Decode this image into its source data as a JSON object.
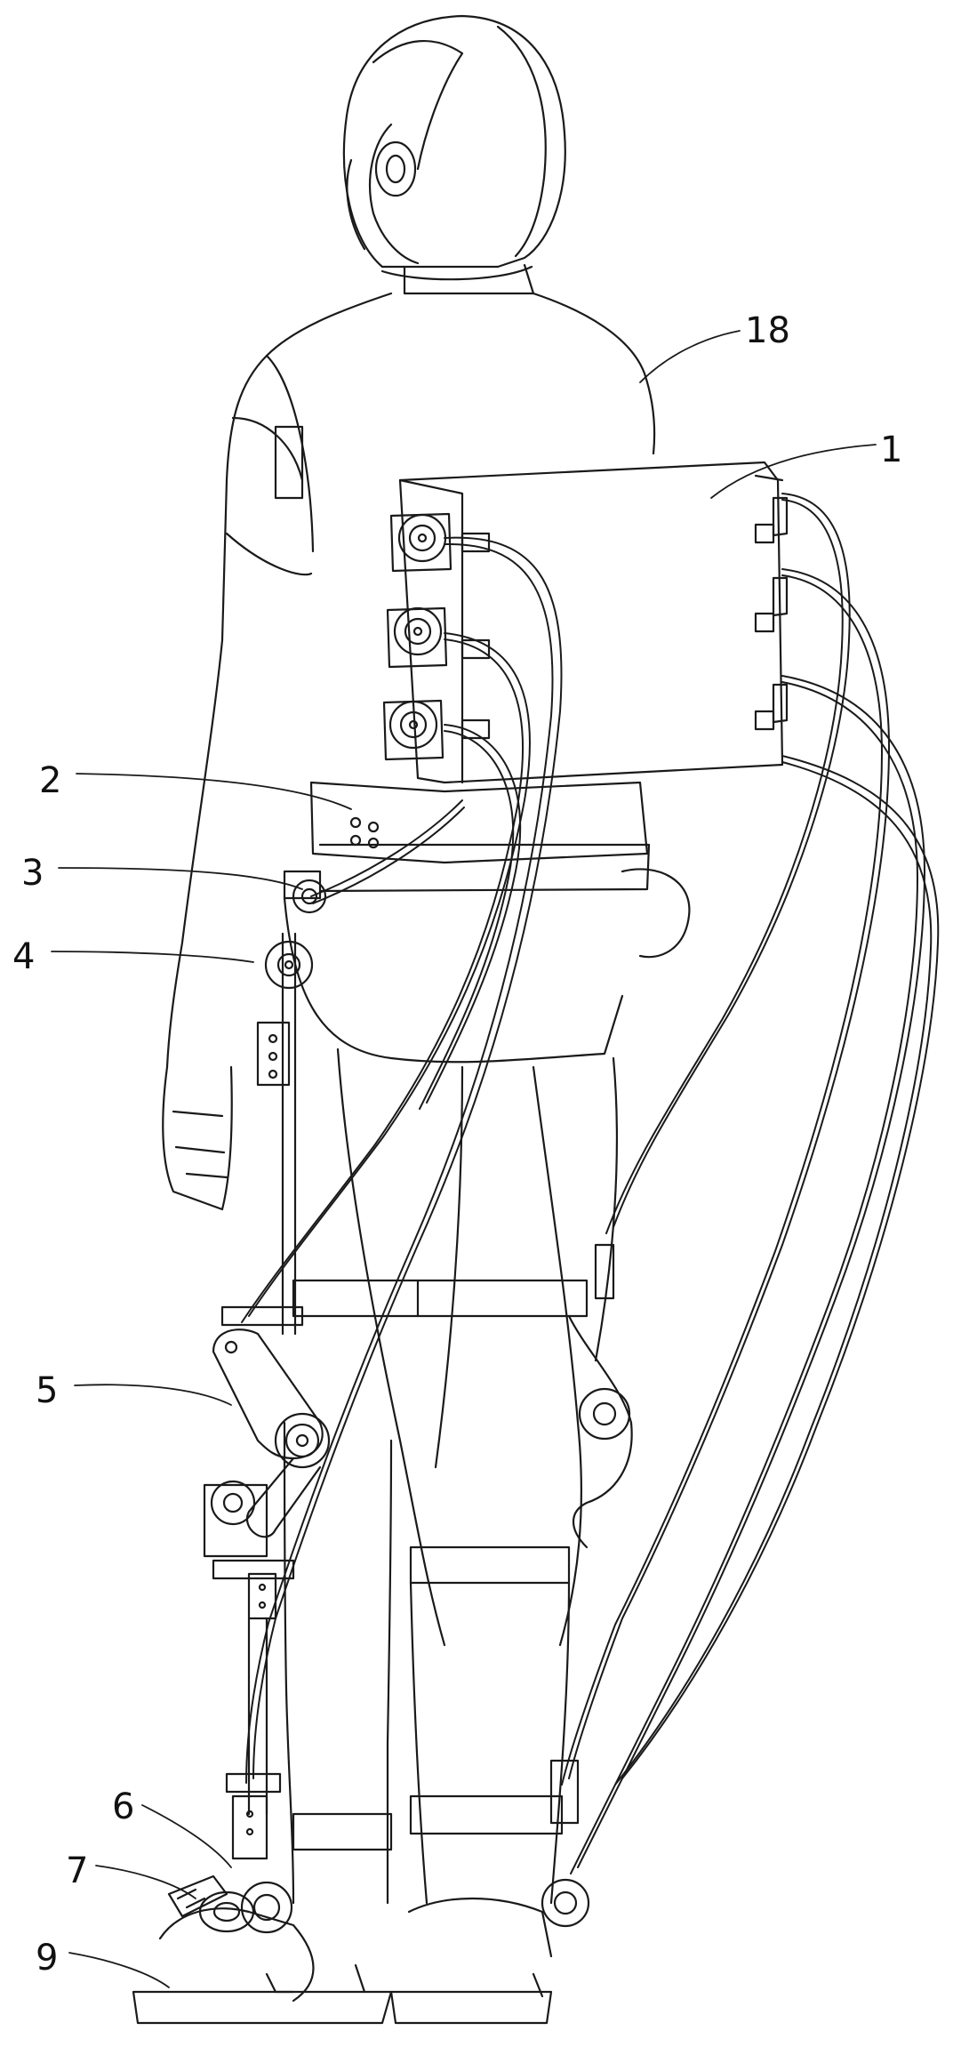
{
  "figure": {
    "labels": {
      "l18": "18",
      "l1": "1",
      "l2": "2",
      "l3": "3",
      "l4": "4",
      "l5": "5",
      "l6": "6",
      "l7": "7",
      "l9": "9"
    },
    "parts": {
      "head": "head",
      "torso": "torso",
      "control-box": "control-box",
      "actuators": "actuators",
      "hip-joint": "hip-joint",
      "knee-joint": "knee-joint",
      "ankle-joint": "ankle-joint",
      "foot-plate": "foot-plate",
      "tubes": "tubes"
    }
  }
}
